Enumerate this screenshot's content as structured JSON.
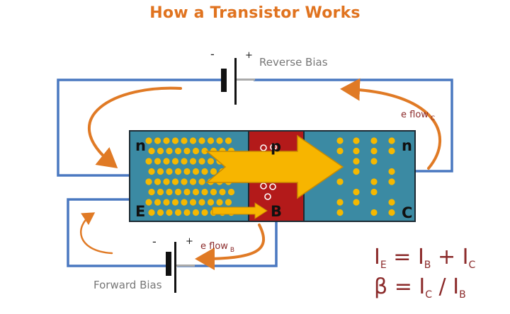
{
  "title": "How a Transistor Works",
  "labels": {
    "reverse_bias": "Reverse Bias",
    "forward_bias": "Forward Bias",
    "minus": "-",
    "plus": "+",
    "e_flow_c": "e flow",
    "e_flow_c_sub": "C",
    "e_flow_b": "e flow",
    "e_flow_b_sub": "B",
    "emitter_type": "n",
    "base_type": "p",
    "collector_type": "n",
    "emitter": "E",
    "base": "B",
    "collector": "C"
  },
  "equations": {
    "eq1": {
      "lhs": "I",
      "lhs_sub": "E",
      "eq": " = ",
      "t1": "I",
      "t1_sub": "B",
      "op": " + ",
      "t2": "I",
      "t2_sub": "C"
    },
    "eq2": {
      "lhs": "β",
      "eq": " = ",
      "t1": "I",
      "t1_sub": "C",
      "op": " / ",
      "t2": "I",
      "t2_sub": "B"
    }
  },
  "colors": {
    "title": "#e0731f",
    "n_region": "#3b8aa3",
    "p_region": "#b31a1a",
    "wire": "#4a78c0",
    "flow_arrow": "#e07a25",
    "electron": "#f5b800",
    "equation": "#8b2a2a"
  }
}
